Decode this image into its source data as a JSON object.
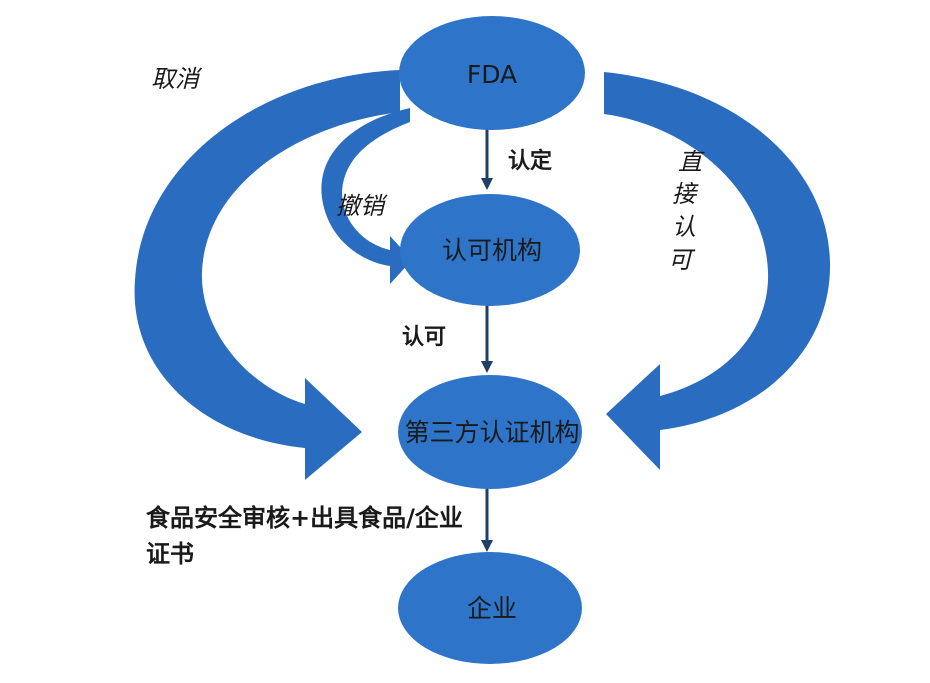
{
  "nodes": {
    "fda": "FDA",
    "recognition_body": "认可机构",
    "third_party": "第三方认证机构",
    "enterprise": "企业"
  },
  "edges": {
    "designate": "认定",
    "accredit": "认可",
    "revoke": "撤销",
    "cancel": "取消",
    "direct": [
      "直",
      "接",
      "认",
      "可"
    ]
  },
  "caption": "食品安全审核+出具食品/企业证书",
  "colors": {
    "node_fill": "#2e75c9",
    "curve_fill": "#2a6cbf",
    "arrow": "#1f3f66",
    "text": "#1a1a1a"
  }
}
